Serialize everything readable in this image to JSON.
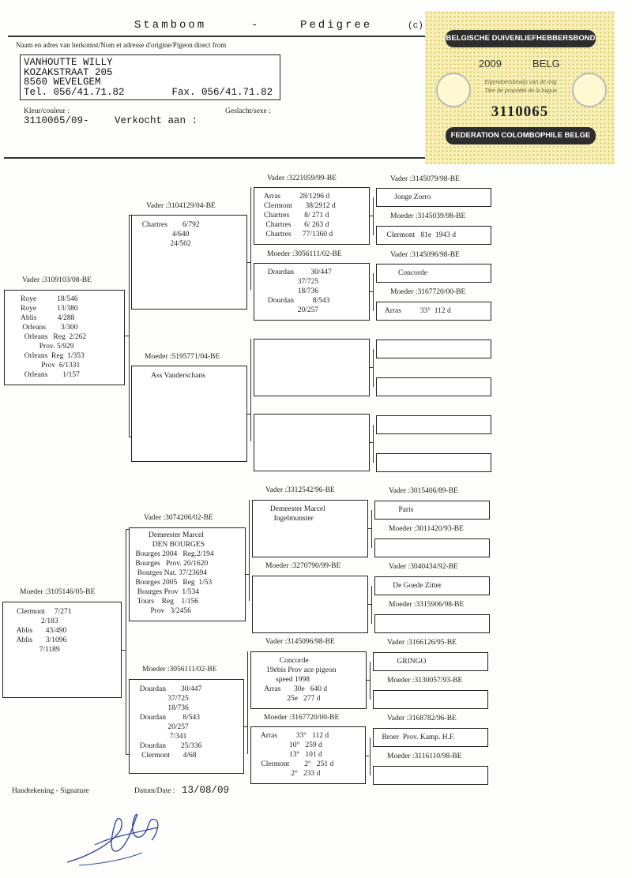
{
  "header": {
    "title_left": "Stamboom",
    "title_dash": "-",
    "title_right": "Pedigree",
    "copyright": "(c)",
    "origin_label": "Naam en adres van herkomst/Nom et adresse d'origine/Pigeon direct from",
    "owner": {
      "name": "VANHOUTTE WILLY",
      "street": "KOZAKSTRAAT 205",
      "city": "8560 WEVELGEM",
      "tel": "Tel. 056/41.71.82",
      "fax": "Fax. 056/41.71.82"
    },
    "color_label": "Kleur/couleur :",
    "sex_label": "Geslacht/sexe :",
    "ring": "3110065/09-",
    "sold_to": "Verkocht aan :"
  },
  "stamp": {
    "top_banner": "BELGISCHE DUIVENLIEFHEBBERSBOND",
    "year": "2009",
    "country": "BELG",
    "line1": "Eigendomsbewijs van de ring",
    "line2": "Titre de propriété de la bague",
    "number": "3110065",
    "bottom_banner": "FEDERATION COLOMBOPHILE BELGE"
  },
  "pedigree": {
    "sire": {
      "label": "Vader :3109103/08-BE",
      "text": "Roye           18/546\nRoye           13/380\nAblis           4/288\n Orleans        3/300\n  Orleans   Reg  2/262\n          Prov. 5/929\n  Orleans  Reg  1/353\n           Prov  6/1331\n  Orleans        1/157"
    },
    "dam": {
      "label": "Moeder :3105146/05-BE",
      "text": "   Clermont     7/271\n                2/183\n   Ablis       43/490\n   Ablis       3/1096\n               7/1189"
    },
    "ss": {
      "label": "Vader  :3104129/04-BE",
      "text": "  Chartres        6/792\n                  4/640\n                 24/502"
    },
    "sd": {
      "label": "Moeder :5195771/04-BE",
      "text": "       Ass Vanderschans"
    },
    "ds": {
      "label": "Vader  :3074206/02-BE",
      "text": "        Demeester Marcel\n          DEN BOURGES\n Bourges 2004   Reg.2/194\n Bourges   Prov. 20/1620\n  Bourges Nat. 37/23694\n Bourges 2005   Reg  1/53\n  Bourges Prov  1/534\n  Tours    Reg    1/156\n         Prov   3/2456"
    },
    "dd": {
      "label": "Moeder :3056111/02-BE",
      "text": "  Dourdan        30/447\n                 37/725\n                 18/736\n  Dourdan         8/543\n                 20/257\n                  7/341\n  Dourdan        25/336\n   Clermont       4/68"
    },
    "sss": {
      "label": "Vader  :3221059/99-BE",
      "text": "Arras          28/1296 d\nClermont       38/2912 d\nChartres        8/ 271 d\n Chartres       6/ 263 d\n Chartres      77/1360 d"
    },
    "ssd": {
      "label": "Moeder :3056111/02-BE",
      "text": "  Dourdan         30/447\n                  37/725\n                  18/736\n  Dourdan          8/543\n                  20/257"
    },
    "sds": {
      "label": "",
      "text": ""
    },
    "sdd": {
      "label": "",
      "text": ""
    },
    "dss": {
      "label": "Vader  :3312542/96-BE",
      "text": "     Demeester Marcel\n       Ingelmunster"
    },
    "dsd": {
      "label": "Moeder :3270790/99-BE",
      "text": ""
    },
    "dds": {
      "label": "Vader  :3145096/98-BE",
      "text": "          Concorde\n   19ebis Prov ace pigeon\n        speed 1998\n  Arras       30e   640 d\n              25e   277 d"
    },
    "ddd": {
      "label": "Moeder :3167720/00-BE",
      "text": " Arras          33°   112 d\n                10°   259 d\n                13°   101 d\n Clermont        2°   251 d\n                 2°   233 d"
    },
    "g4": [
      {
        "label": "Vader  :3145079/98-BE",
        "text": "      Jonge Zorro"
      },
      {
        "label": "Moeder :3145039/98-BE",
        "text": " Clermont   81e  1943 d"
      },
      {
        "label": "Vader  :3145096/98-BE",
        "text": "        Concorde"
      },
      {
        "label": "Moeder :3167720/00-BE",
        "text": " Arras          33°  112 d"
      },
      {
        "label": "",
        "text": ""
      },
      {
        "label": "",
        "text": ""
      },
      {
        "label": "",
        "text": ""
      },
      {
        "label": "",
        "text": ""
      },
      {
        "label": "Vader  :3015406/89-BE",
        "text": "         Paris"
      },
      {
        "label": "Moeder :3011420/93-BE",
        "text": ""
      },
      {
        "label": "Vader  :3040434/92-BE",
        "text": "      De Goede Zitter"
      },
      {
        "label": "Moeder :3315906/98-BE",
        "text": ""
      },
      {
        "label": "Vader  :3166126/95-BE",
        "text": "         GRINGO"
      },
      {
        "label": "Moeder :3130057/93-BE",
        "text": ""
      },
      {
        "label": "Vader  :3168782/96-BE",
        "text": " Broer  Prov. Kamp. H.F."
      },
      {
        "label": "Moeder :3116110/98-BE",
        "text": ""
      }
    ]
  },
  "footer": {
    "signature_label": "Handtekening - Signature",
    "date_label": "Datum/Date :",
    "date": "13/08/09"
  }
}
